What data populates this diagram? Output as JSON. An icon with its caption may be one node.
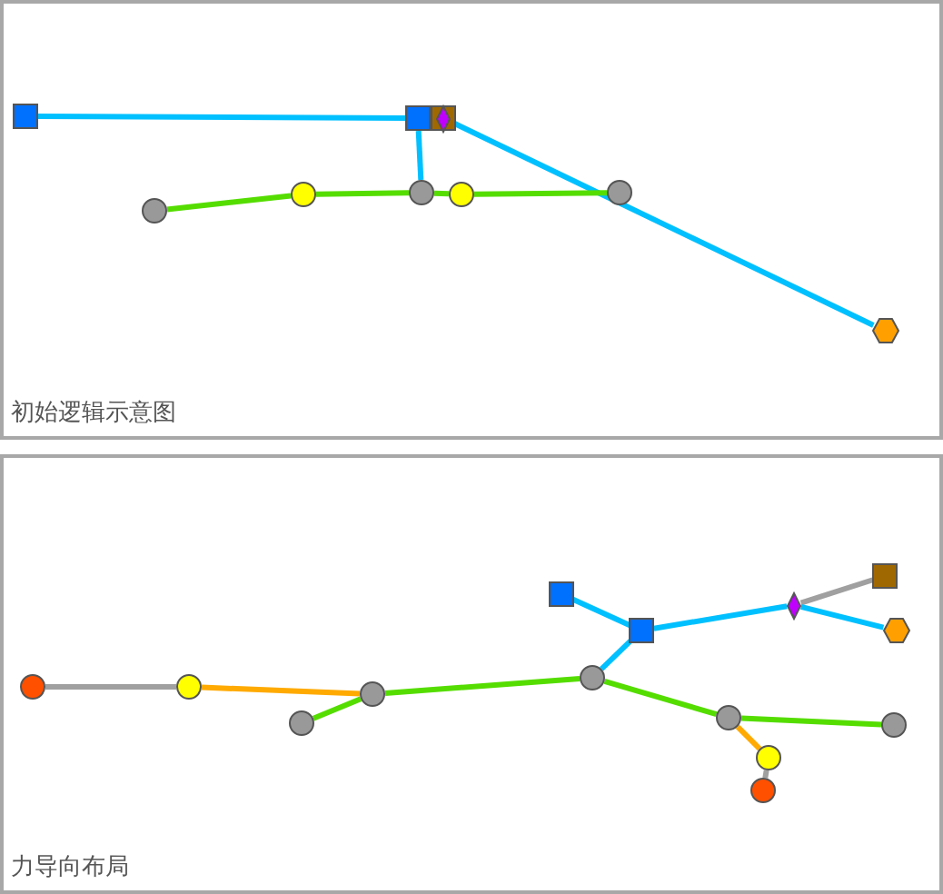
{
  "diagram": {
    "nodes": [
      {
        "text": [
          "初始逻辑示意图"
        ]
      },
      {
        "text": [],
        "shape": "box",
        "in": 0
      },
      {
        "text": [],
        "shape": "box",
        "in": 0
      },
      {
        "text": [],
        "shape": "box",
        "in": 0
      },
      {
        "text": [],
        "shape": "diamond",
        "in": 3
      },
      {
        "text": [],
        "shape": "circle",
        "in": 0
      },
      {
        "text": [],
        "shape": "circle",
        "in": 0
      },
      {
        "text": [],
        "shape": "circle",
        "in": 0
      },
      {
        "text": [],
        "shape": "circle",
        "in": 0
      },
      {
        "text": [],
        "shape": "circle",
        "in": 0
      },
      {
        "text": [],
        "shape": "hexagon",
        "in": 0
      },
      {
        "text": [
          "力导向布局"
        ]
      },
      {
        "text": [],
        "shape": "circle",
        "in": 11
      },
      {
        "text": [],
        "shape": "circle",
        "in": 11
      },
      {
        "text": [],
        "shape": "circle",
        "in": 11
      },
      {
        "text": [],
        "shape": "circle",
        "in": 11
      },
      {
        "text": [],
        "shape": "circle",
        "in": 11
      },
      {
        "text": [],
        "shape": "box",
        "in": 11
      },
      {
        "text": [],
        "shape": "box",
        "in": 11
      },
      {
        "text": [],
        "shape": "diamond",
        "in": 11
      },
      {
        "text": [],
        "shape": "box",
        "in": 11
      },
      {
        "text": [],
        "shape": "hexagon",
        "in": 11
      },
      {
        "text": [],
        "shape": "circle",
        "in": 11
      },
      {
        "text": [],
        "shape": "circle",
        "in": 11
      },
      {
        "text": [],
        "shape": "circle",
        "in": 11
      },
      {
        "text": [],
        "shape": "circle",
        "in": 11
      }
    ],
    "edges": [
      {
        "from": 1,
        "to": 2,
        "arrow": "none",
        "color": "#00c0ff"
      },
      {
        "from": 2,
        "to": 7,
        "arrow": "none",
        "color": "#00c0ff"
      },
      {
        "from": 3,
        "to": 10,
        "arrow": "none",
        "color": "#00c0ff"
      },
      {
        "from": 5,
        "to": 6,
        "arrow": "none"
      },
      {
        "from": 6,
        "to": 7,
        "arrow": "none"
      },
      {
        "from": 7,
        "to": 8,
        "arrow": "none"
      },
      {
        "from": 8,
        "to": 9,
        "arrow": "none"
      },
      {
        "from": 12,
        "to": 13,
        "arrow": "none",
        "color": "#a0a0a0"
      },
      {
        "from": 13,
        "to": 15,
        "arrow": "none",
        "color": "#ffaa00"
      },
      {
        "from": 15,
        "to": 14,
        "arrow": "none"
      },
      {
        "from": 15,
        "to": 16,
        "arrow": "none"
      },
      {
        "from": 16,
        "to": 18,
        "arrow": "none",
        "color": "#00c0ff"
      },
      {
        "from": 18,
        "to": 17,
        "arrow": "none",
        "color": "#00c0ff"
      },
      {
        "from": 18,
        "to": 19,
        "arrow": "none",
        "color": "#00c0ff"
      },
      {
        "from": 19,
        "to": 20,
        "arrow": "none",
        "color": "#a0a0a0"
      },
      {
        "from": 19,
        "to": 21,
        "arrow": "none",
        "color": "#00c0ff"
      },
      {
        "from": 16,
        "to": 22,
        "arrow": "none"
      },
      {
        "from": 22,
        "to": 25,
        "arrow": "none"
      },
      {
        "from": 22,
        "to": 24,
        "arrow": "none",
        "color": "#ffaa00"
      },
      {
        "from": 24,
        "to": 23,
        "arrow": "none",
        "color": "#a0a0a0"
      }
    ]
  }
}
